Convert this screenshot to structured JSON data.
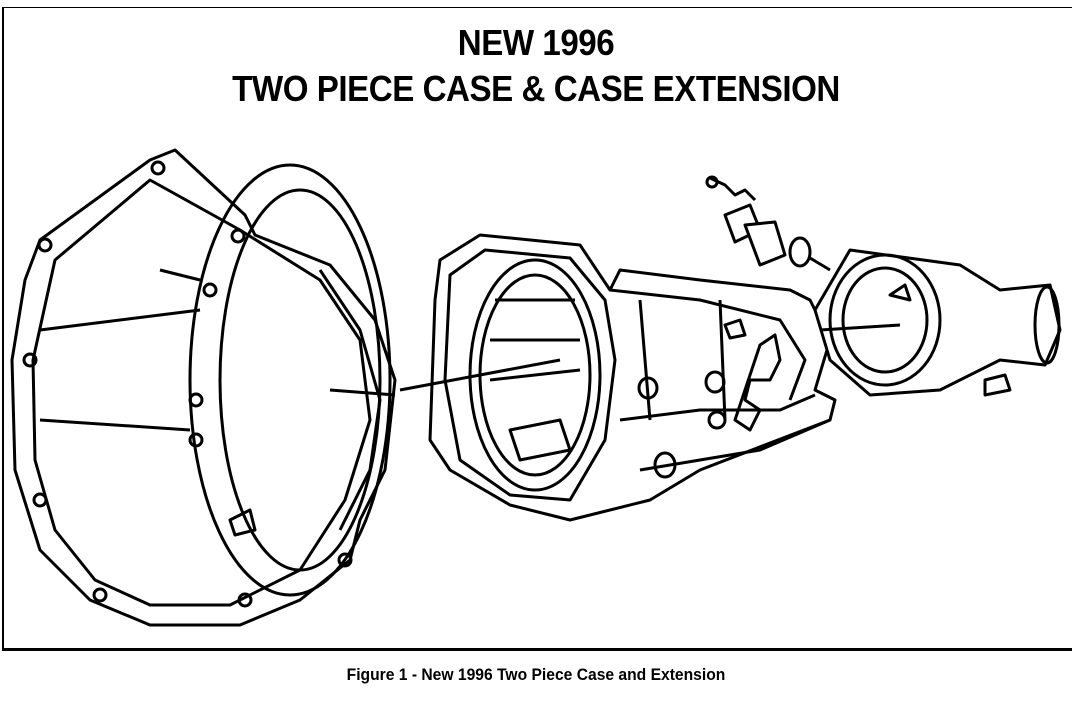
{
  "figure": {
    "title_line1": "NEW 1996",
    "title_line2": "TWO PIECE CASE & CASE EXTENSION",
    "caption": "Figure 1 - New 1996 Two Piece Case and Extension",
    "line_color": "#000000",
    "background": "#ffffff"
  }
}
